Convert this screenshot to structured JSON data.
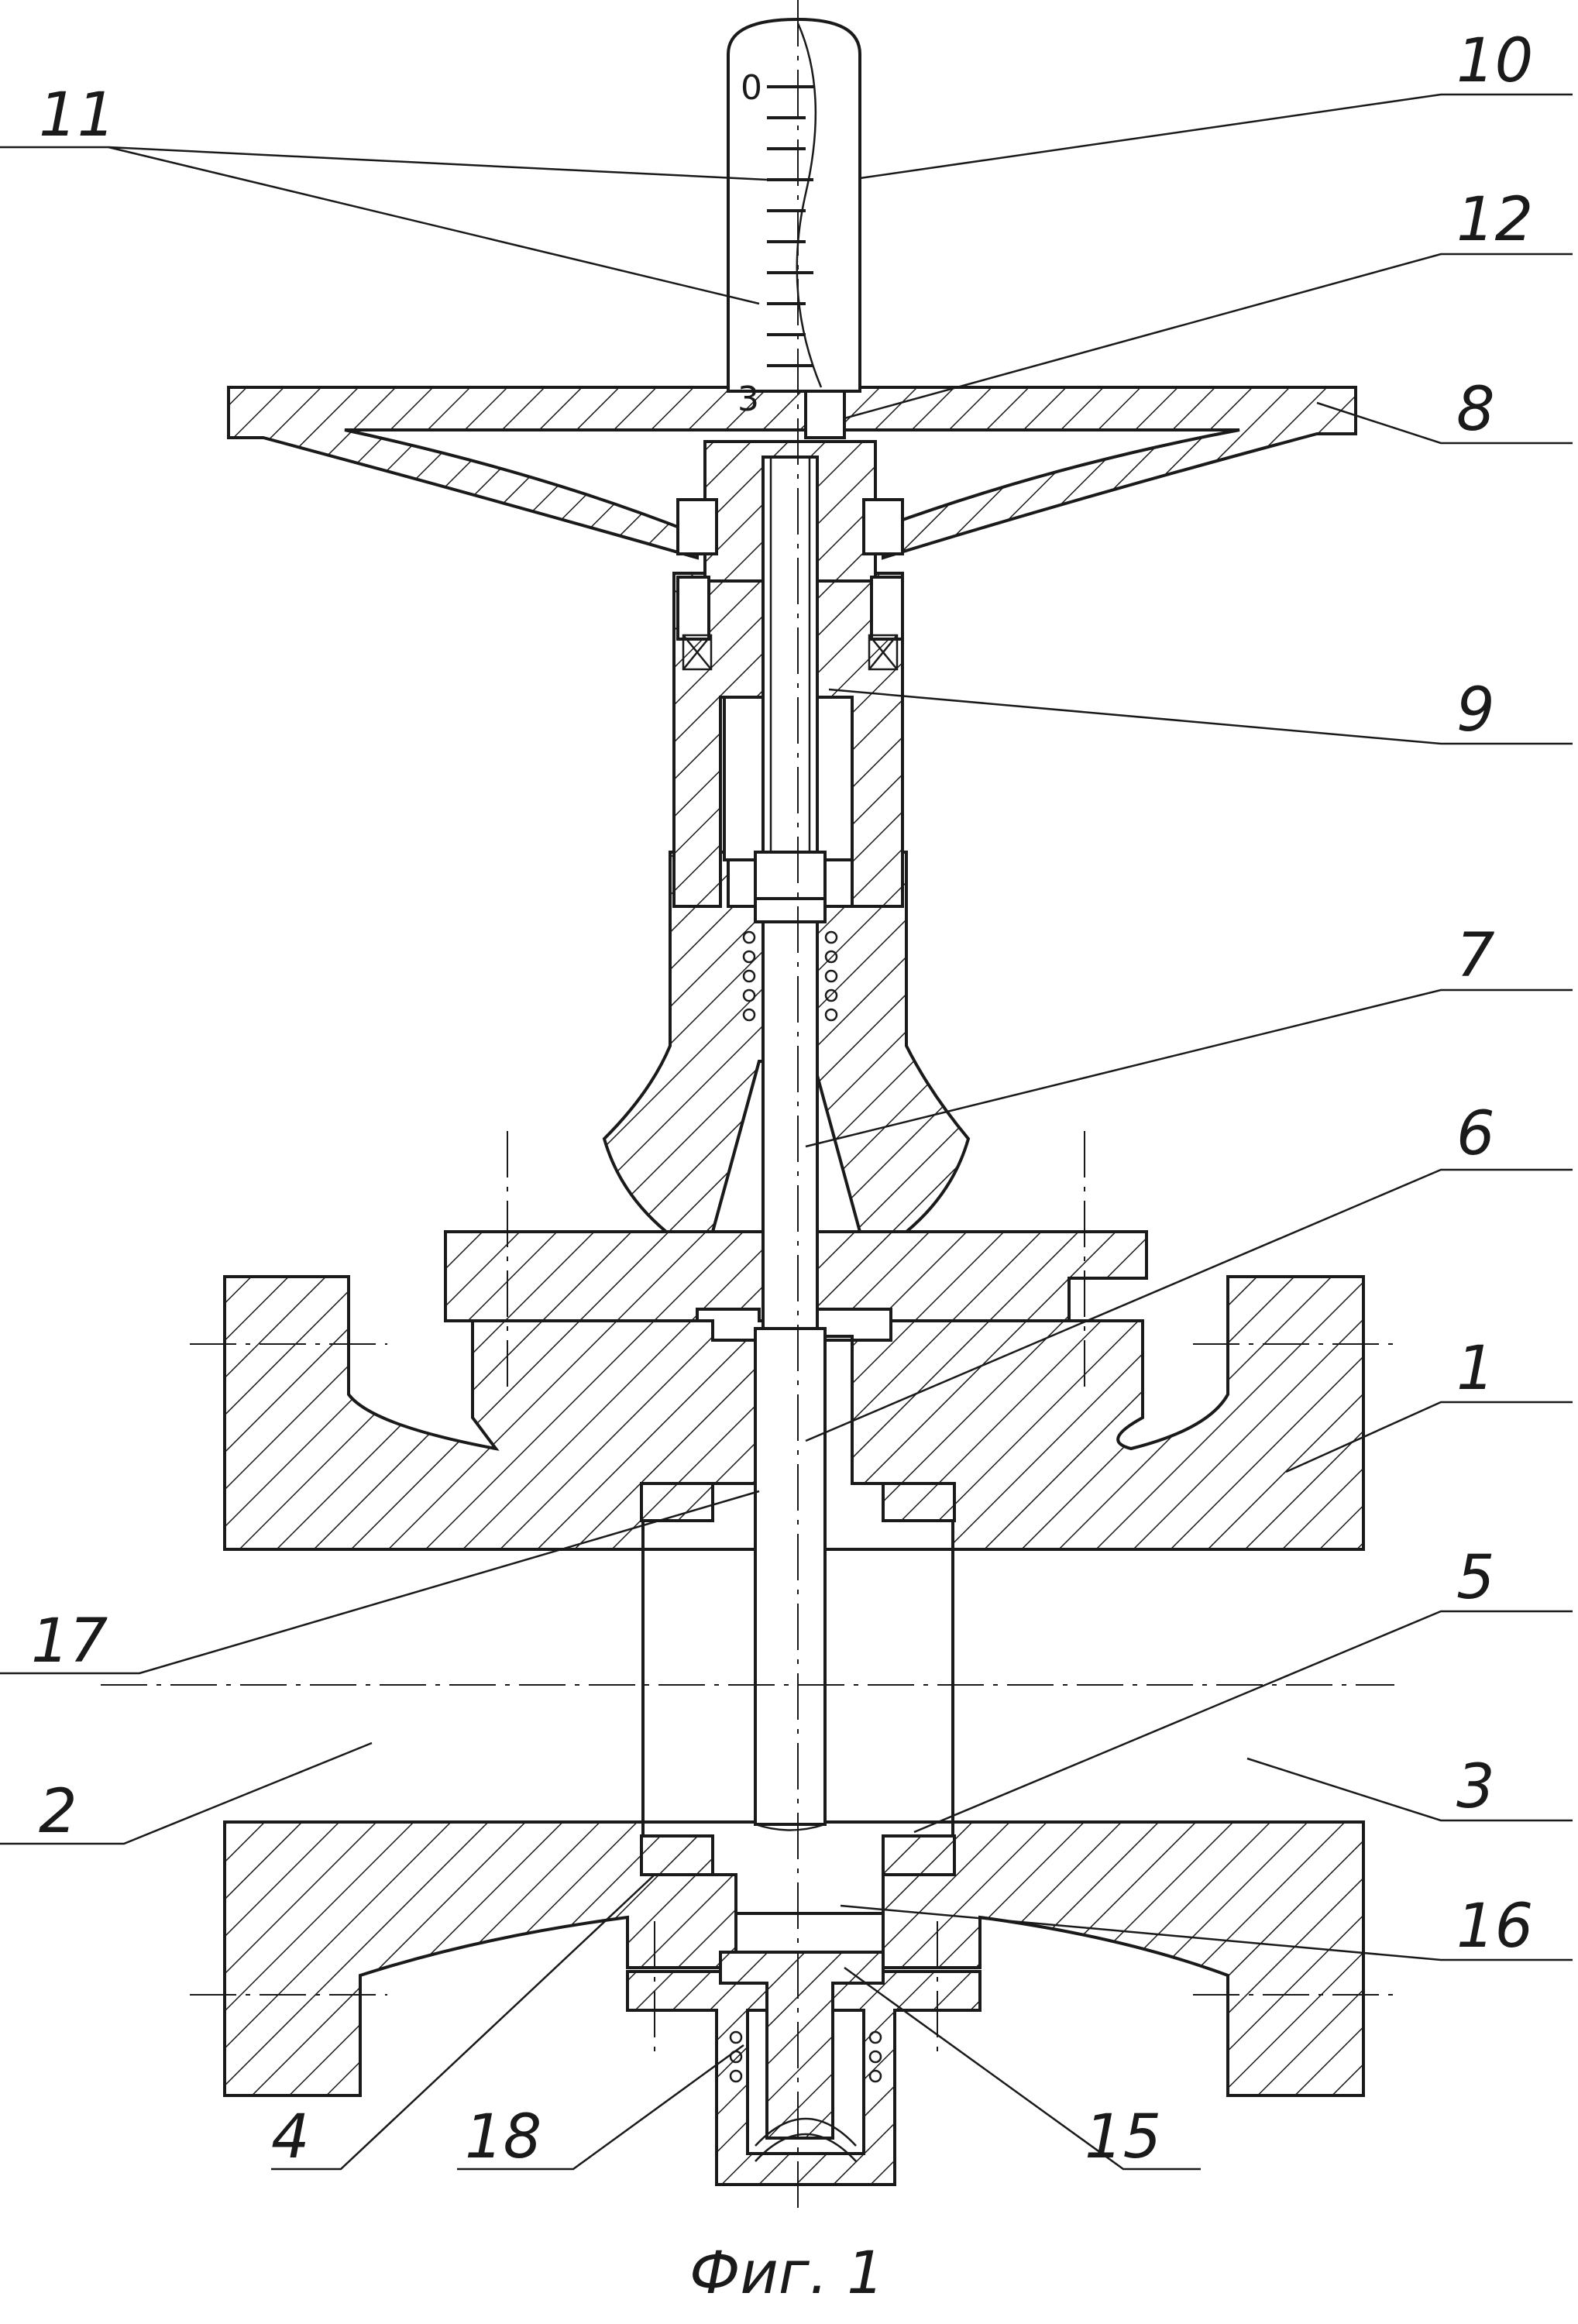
{
  "figure": {
    "caption": "Фиг. 1",
    "scale_marks": {
      "top": "0",
      "bottom": "3"
    }
  },
  "callouts": [
    {
      "id": "10",
      "text": "10"
    },
    {
      "id": "11",
      "text": "11"
    },
    {
      "id": "12",
      "text": "12"
    },
    {
      "id": "8",
      "text": "8"
    },
    {
      "id": "9",
      "text": "9"
    },
    {
      "id": "7",
      "text": "7"
    },
    {
      "id": "6",
      "text": "6"
    },
    {
      "id": "1",
      "text": "1"
    },
    {
      "id": "17",
      "text": "17"
    },
    {
      "id": "5",
      "text": "5"
    },
    {
      "id": "2",
      "text": "2"
    },
    {
      "id": "3",
      "text": "3"
    },
    {
      "id": "16",
      "text": "16"
    },
    {
      "id": "4",
      "text": "4"
    },
    {
      "id": "18",
      "text": "18"
    },
    {
      "id": "15",
      "text": "15"
    }
  ]
}
